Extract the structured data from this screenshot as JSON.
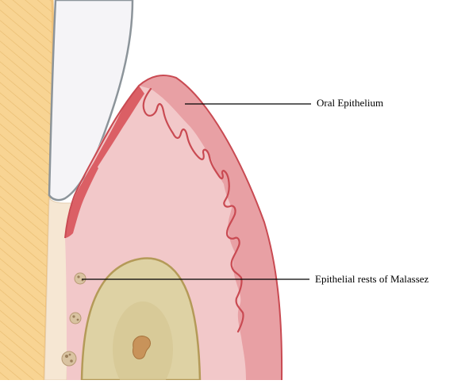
{
  "labels": {
    "oral_epithelium": "Oral Epithelium",
    "epithelial_rests": "Epithelial rests of Malassez"
  },
  "structures": {
    "enamel": "enamel-crown",
    "root_dentin": "tooth-root",
    "gingival_epithelium": "oral-epithelium",
    "connective_tissue": "gingival-connective-tissue",
    "alveolar_bone": "alveolar-bone-crest",
    "rests": "epithelial-rests"
  },
  "colors": {
    "background": "#ffffff",
    "enamel_fill": "#f5f4f7",
    "enamel_stroke": "#8c949a",
    "root_fill": "#f6e7d3",
    "dentin_fill": "#f8d493",
    "dentin_line": "#e6b463",
    "epithelium_fill": "#e8a0a4",
    "epithelium_dark": "#db5f65",
    "epithelium_stroke": "#c94a52",
    "connective_fill": "#f2c8c9",
    "bone_fill": "#ded2a4",
    "bone_stroke": "#b49a58",
    "rest_fill": "#d9c3a1",
    "callout_line": "#000000"
  }
}
